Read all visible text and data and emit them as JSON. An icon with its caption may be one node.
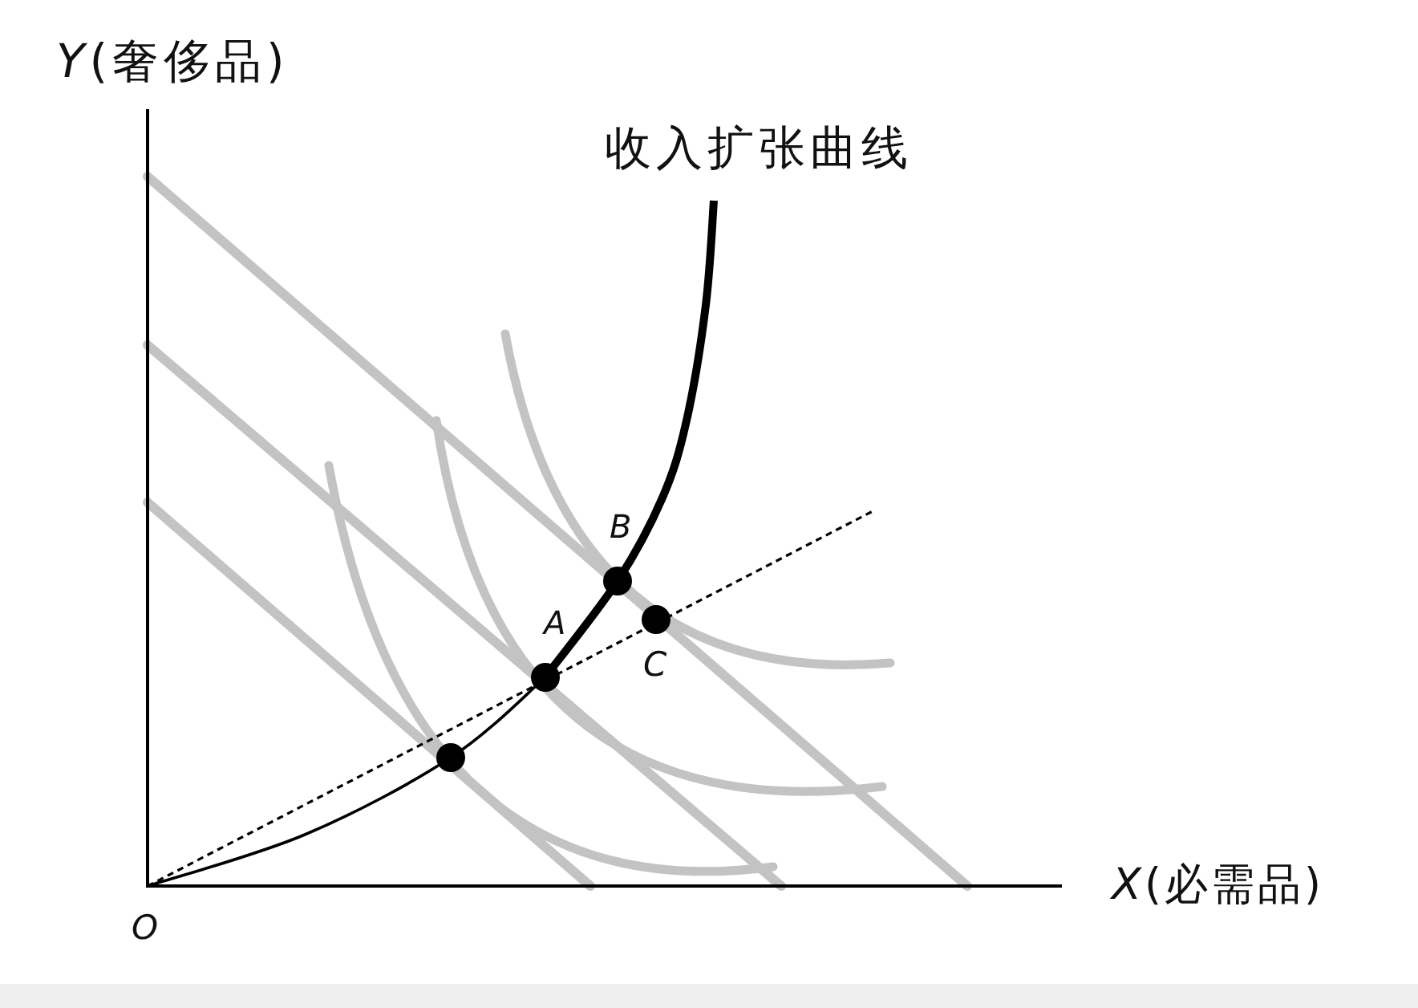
{
  "diagram": {
    "labels": [
      "*Y*(奢侈品)",
      "收入扩张曲线",
      "B",
      "A",
      "C",
      "*X*(必需品)",
      "O"
    ]
  }
}
